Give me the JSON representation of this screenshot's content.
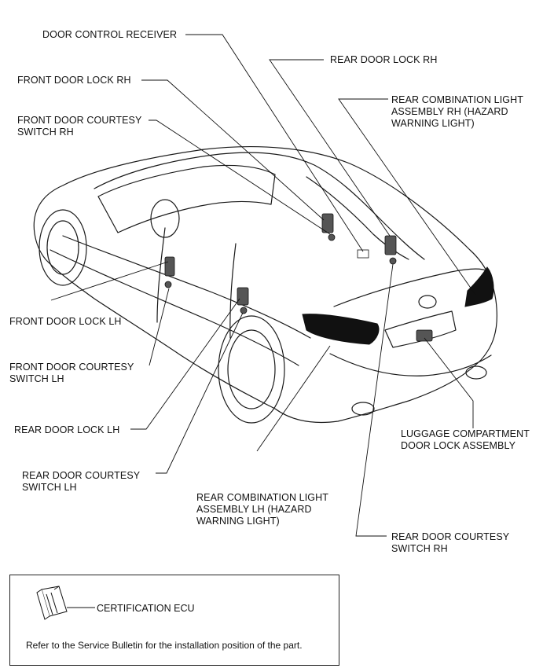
{
  "labels": {
    "door_control_receiver": "DOOR CONTROL RECEIVER",
    "rear_door_lock_rh": "REAR DOOR LOCK RH",
    "front_door_lock_rh": "FRONT DOOR LOCK RH",
    "rear_combination_light_rh": [
      "REAR COMBINATION LIGHT",
      "ASSEMBLY RH (HAZARD",
      "WARNING LIGHT)"
    ],
    "front_door_courtesy_switch_rh": [
      "FRONT DOOR COURTESY",
      "SWITCH RH"
    ],
    "front_door_lock_lh": "FRONT DOOR LOCK LH",
    "front_door_courtesy_switch_lh": [
      "FRONT DOOR COURTESY",
      "SWITCH LH"
    ],
    "rear_door_lock_lh": "REAR DOOR LOCK LH",
    "luggage_compartment_lock": [
      "LUGGAGE COMPARTMENT",
      "DOOR LOCK ASSEMBLY"
    ],
    "rear_door_courtesy_switch_lh": [
      "REAR DOOR COURTESY",
      "SWITCH LH"
    ],
    "rear_combination_light_lh": [
      "REAR COMBINATION LIGHT",
      "ASSEMBLY LH (HAZARD",
      "WARNING LIGHT)"
    ],
    "rear_door_courtesy_switch_rh": [
      "REAR DOOR COURTESY",
      "SWITCH RH"
    ]
  },
  "legend": {
    "ecu_label": "CERTIFICATION ECU",
    "note": "Refer to the Service Bulletin for the installation position of the part."
  }
}
